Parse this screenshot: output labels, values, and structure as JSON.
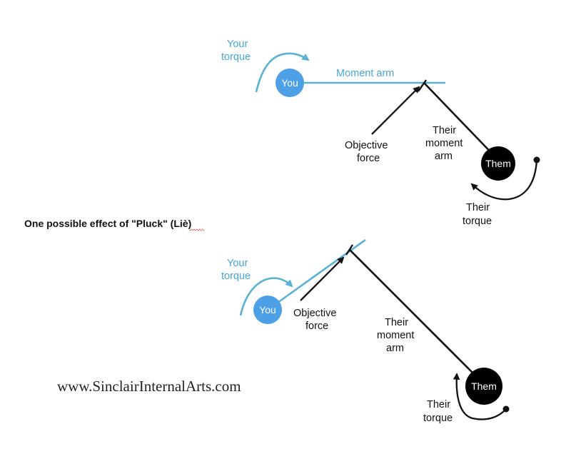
{
  "colors": {
    "you": "#4d9fe6",
    "moment_arm": "#5ab1d6",
    "text_blue": "#4aa6d6",
    "them": "#000000",
    "force": "#111111",
    "spellcheck": "#e53935"
  },
  "top_diagram": {
    "your_torque": [
      "Your",
      "torque"
    ],
    "you_label": "You",
    "moment_arm_label": "Moment arm",
    "objective_force": [
      "Objective",
      "force"
    ],
    "their_moment_arm": [
      "Their",
      "moment",
      "arm"
    ],
    "them_label": "Them",
    "their_torque": [
      "Their",
      "torque"
    ]
  },
  "caption": {
    "text": "One possible effect of \"Pluck\" (",
    "emphasis": "Liè",
    "closing": ")"
  },
  "bottom_diagram": {
    "your_torque": [
      "Your",
      "torque"
    ],
    "you_label": "You",
    "objective_force": [
      "Objective",
      "force"
    ],
    "their_moment_arm": [
      "Their",
      "moment",
      "arm"
    ],
    "them_label": "Them",
    "their_torque": [
      "Their",
      "torque"
    ]
  },
  "website": "www.SinclairInternalArts.com"
}
